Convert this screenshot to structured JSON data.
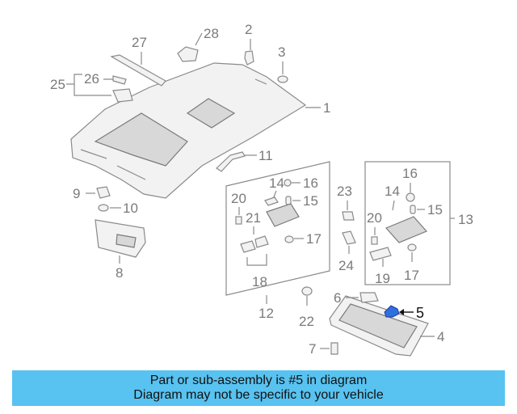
{
  "callouts": {
    "c1": "1",
    "c2": "2",
    "c3": "3",
    "c4": "4",
    "c5": "5",
    "c6": "6",
    "c7": "7",
    "c8": "8",
    "c9": "9",
    "c10": "10",
    "c11": "11",
    "c12": "12",
    "c13": "13",
    "c14a": "14",
    "c14b": "14",
    "c15a": "15",
    "c15b": "15",
    "c16a": "16",
    "c16b": "16",
    "c17a": "17",
    "c17b": "17",
    "c18": "18",
    "c19": "19",
    "c20a": "20",
    "c20b": "20",
    "c21": "21",
    "c22": "22",
    "c23": "23",
    "c24": "24",
    "c25": "25",
    "c26": "26",
    "c27": "27",
    "c28": "28"
  },
  "highlight": {
    "part_number": "5",
    "color": "#2f6fe0"
  },
  "banner": {
    "line1": "Part or sub-assembly is #5 in diagram",
    "line2": "Diagram may not be specific to your vehicle",
    "color": "#58c2f0"
  }
}
